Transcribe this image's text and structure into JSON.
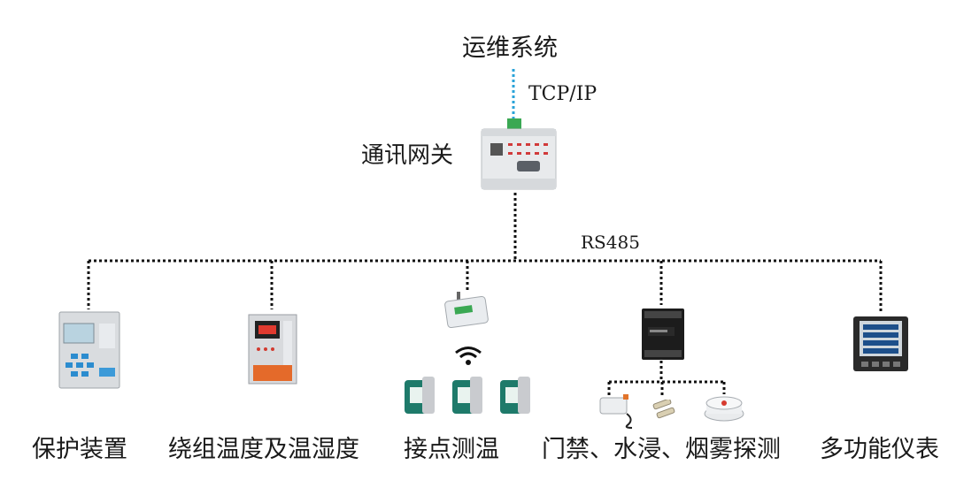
{
  "top_system": {
    "label": "运维系统"
  },
  "link_top": {
    "label": "TCP/IP"
  },
  "gateway": {
    "label": "通讯网关"
  },
  "bus": {
    "label": "RS485"
  },
  "devices": [
    {
      "label": "保护装置"
    },
    {
      "label": "绕组温度及温湿度"
    },
    {
      "label": "接点测温"
    },
    {
      "label": "门禁、水浸、烟雾探测"
    },
    {
      "label": "多功能仪表"
    }
  ],
  "colors": {
    "tcp_link": "#2aa3d8",
    "bus_line": "#111111",
    "sensor_green": "#1e7a6a"
  }
}
